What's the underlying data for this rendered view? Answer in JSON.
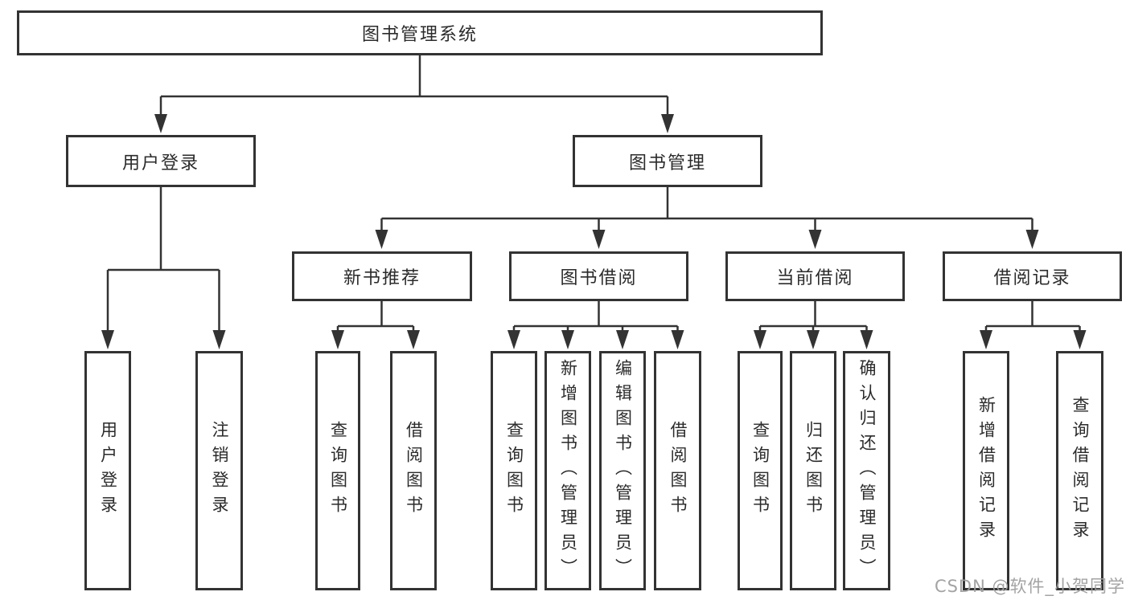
{
  "diagram": {
    "title": "图书管理系统",
    "watermark": "CSDN @软件_小贺同学",
    "colors": {
      "line": "#333333",
      "box_border": "#333333",
      "text": "#2b2b2b",
      "watermark": "#9e9e9e",
      "background": "#ffffff"
    },
    "nodes": {
      "root": "图书管理系统",
      "user_login": "用户登录",
      "book_mgmt": "图书管理",
      "new_book_rec": "新书推荐",
      "book_borrow": "图书借阅",
      "current_borrow": "当前借阅",
      "borrow_record": "借阅记录",
      "user_login_leaf": "用户登录",
      "logout_leaf": "注销登录",
      "query_book_rec": "查询图书",
      "borrow_book_rec": "借阅图书",
      "query_book_borrow": "查询图书",
      "add_book_admin": "新增图书（管理员）",
      "edit_book_admin": "编辑图书（管理员）",
      "borrow_book_borrow": "借阅图书",
      "query_book_current": "查询图书",
      "return_book": "归还图书",
      "confirm_return_admin": "确认归还（管理员）",
      "add_borrow_record": "新增借阅记录",
      "query_borrow_record": "查询借阅记录"
    },
    "hierarchy": {
      "root": [
        "user_login",
        "book_mgmt"
      ],
      "user_login": [
        "user_login_leaf",
        "logout_leaf"
      ],
      "book_mgmt": [
        "new_book_rec",
        "book_borrow",
        "current_borrow",
        "borrow_record"
      ],
      "new_book_rec": [
        "query_book_rec",
        "borrow_book_rec"
      ],
      "book_borrow": [
        "query_book_borrow",
        "add_book_admin",
        "edit_book_admin",
        "borrow_book_borrow"
      ],
      "current_borrow": [
        "query_book_current",
        "return_book",
        "confirm_return_admin"
      ],
      "borrow_record": [
        "add_borrow_record",
        "query_borrow_record"
      ]
    }
  }
}
